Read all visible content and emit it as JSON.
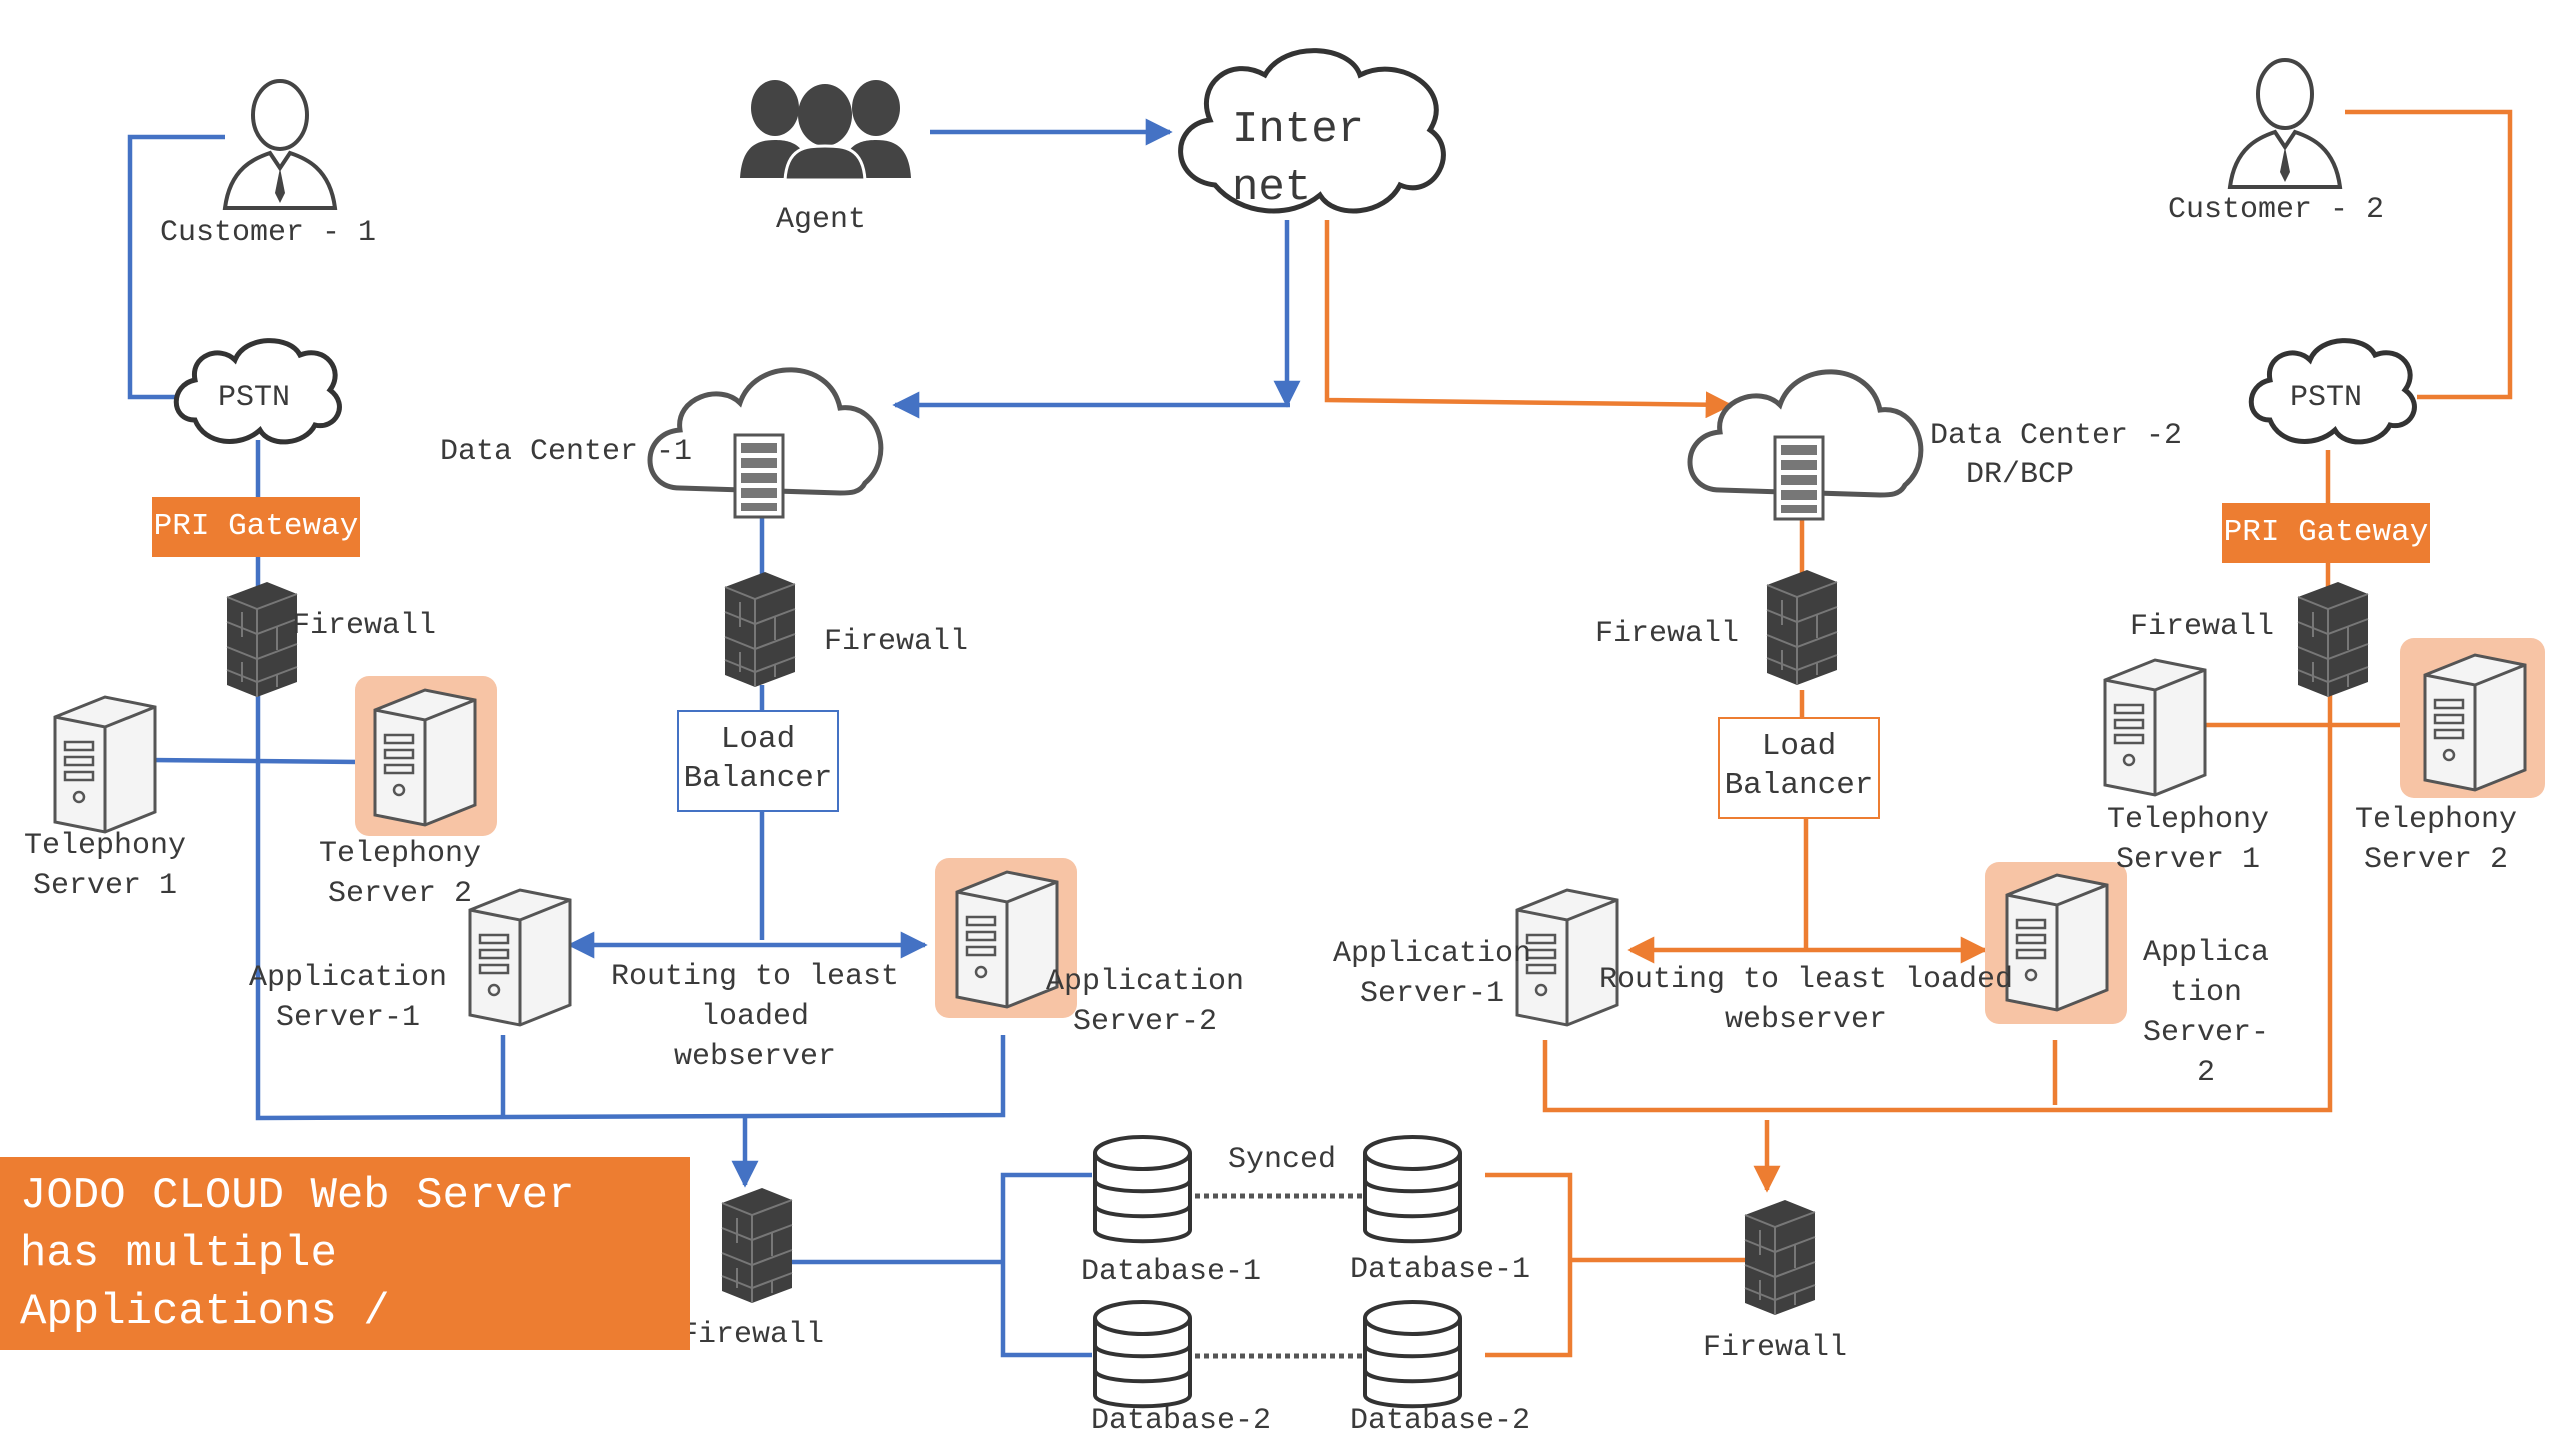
{
  "people": {
    "customer1": "Customer - 1",
    "agent": "Agent",
    "customer2": "Customer - 2"
  },
  "internet": {
    "line1": "Inter",
    "line2": "net"
  },
  "pstn": {
    "left": "PSTN",
    "right": "PSTN"
  },
  "gateways": {
    "left": "PRI Gateway",
    "right": "PRI Gateway"
  },
  "datacenters": {
    "dc1": "Data Center -1",
    "dc2_line1": "Data Center -2",
    "dc2_line2": "DR/BCP"
  },
  "firewalls": {
    "left_pri": "Firewall",
    "dc1": "Firewall",
    "dc2": "Firewall",
    "right_pri": "Firewall",
    "bottom_left": "Firewall",
    "bottom_right": "Firewall"
  },
  "load_balancers": {
    "left": {
      "line1": "Load",
      "line2": "Balancer"
    },
    "right": {
      "line1": "Load",
      "line2": "Balancer"
    }
  },
  "servers": {
    "left_tel1": {
      "line1": "Telephony",
      "line2": "Server 1"
    },
    "left_tel2": {
      "line1": "Telephony",
      "line2": "Server 2"
    },
    "left_app1": {
      "line1": "Application",
      "line2": "Server-1"
    },
    "left_app2": {
      "line1": "Application",
      "line2": "Server-2"
    },
    "right_tel1": {
      "line1": "Telephony",
      "line2": "Server 1"
    },
    "right_tel2": {
      "line1": "Telephony",
      "line2": "Server 2"
    },
    "right_app1": {
      "line1": "Application",
      "line2": "Server-1"
    },
    "right_app2": {
      "line1": "Applica",
      "line2": "tion",
      "line3": "Server-",
      "line4": "2"
    }
  },
  "routing": {
    "left": {
      "line1": "Routing to least",
      "line2": "loaded",
      "line3": "webserver"
    },
    "right": {
      "line1": "Routing to least loaded",
      "line2": "webserver"
    }
  },
  "databases": {
    "synced": "Synced",
    "db1_left": "Database-1",
    "db1_right": "Database-1",
    "db2_left": "Database-2",
    "db2_right": "Database-2"
  },
  "banner": {
    "line1": "JODO CLOUD  Web Server",
    "line2": "has multiple",
    "line3": "Applications /"
  },
  "colors": {
    "blue": "#4472c4",
    "orange": "#ed7d31",
    "highlight": "#f7c4a5"
  }
}
